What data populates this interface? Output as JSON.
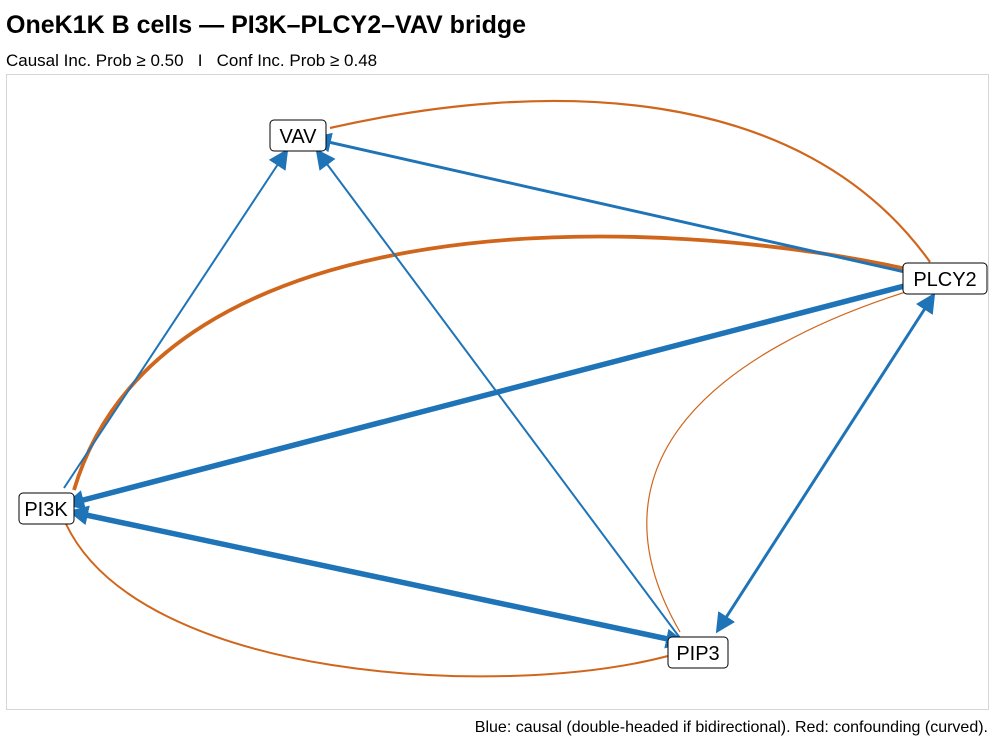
{
  "title": "OneK1K B cells — PI3K–PLCY2–VAV bridge",
  "subtitle": "Causal Inc. Prob ≥ 0.50   I   Conf Inc. Prob ≥ 0.48",
  "caption": "Blue: causal (double-headed if bidirectional). Red: confounding (curved).",
  "colors": {
    "causal": "#1f74b8",
    "confounding": "#d0661c"
  },
  "nodes": [
    {
      "id": "VAV",
      "label": "VAV"
    },
    {
      "id": "PLCY2",
      "label": "PLCY2"
    },
    {
      "id": "PI3K",
      "label": "PI3K"
    },
    {
      "id": "PIP3",
      "label": "PIP3"
    }
  ],
  "edges": [
    {
      "from": "PLCY2",
      "to": "VAV",
      "kind": "causal",
      "bidirectional": false,
      "strength": "medium"
    },
    {
      "from": "PI3K",
      "to": "VAV",
      "kind": "causal",
      "bidirectional": false,
      "strength": "thin"
    },
    {
      "from": "PIP3",
      "to": "VAV",
      "kind": "causal",
      "bidirectional": false,
      "strength": "thin"
    },
    {
      "from": "PLCY2",
      "to": "PI3K",
      "kind": "causal",
      "bidirectional": false,
      "strength": "thick"
    },
    {
      "from": "PIP3",
      "to": "PI3K",
      "kind": "causal",
      "bidirectional": true,
      "strength": "thick"
    },
    {
      "from": "PIP3",
      "to": "PLCY2",
      "kind": "causal",
      "bidirectional": true,
      "strength": "medium"
    },
    {
      "from": "VAV",
      "to": "PLCY2",
      "kind": "confounding",
      "strength": "medium"
    },
    {
      "from": "PI3K",
      "to": "PLCY2",
      "kind": "confounding",
      "strength": "thick"
    },
    {
      "from": "PLCY2",
      "to": "PIP3",
      "kind": "confounding",
      "strength": "thin"
    },
    {
      "from": "PI3K",
      "to": "PIP3",
      "kind": "confounding",
      "strength": "medium"
    }
  ]
}
